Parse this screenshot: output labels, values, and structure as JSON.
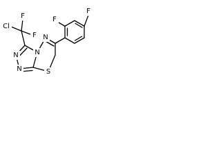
{
  "molecule": {
    "atoms": {
      "f_top": "F",
      "f_ortho": "F",
      "cl": "Cl",
      "f_cf2_a": "F",
      "f_cf2_b": "F",
      "n_azine_top": "N",
      "n_azine_bridge": "N",
      "n_triazole_left": "N",
      "n_triazole_bottom": "N",
      "s_ring": "S"
    }
  }
}
